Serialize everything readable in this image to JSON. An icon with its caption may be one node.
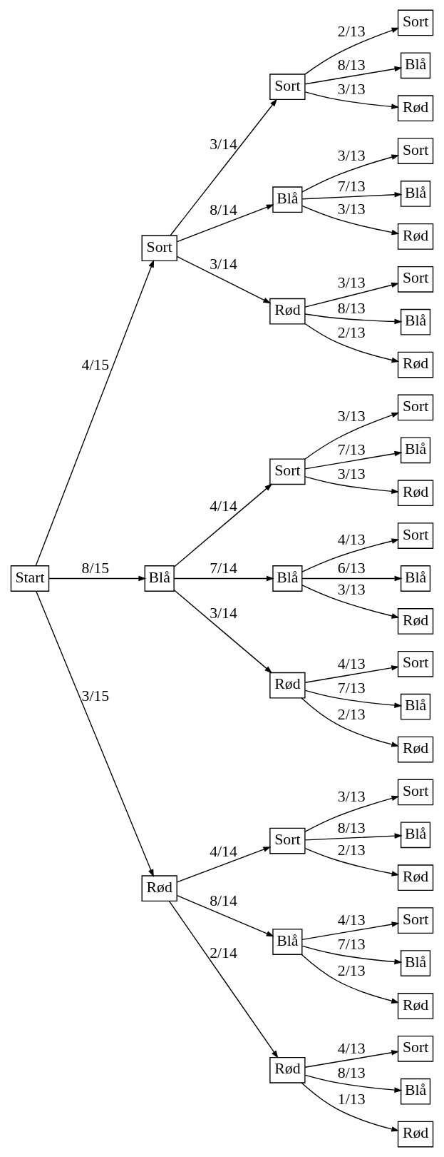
{
  "diagram": {
    "nodes": [
      {
        "text": [
          "Start"
        ]
      },
      {
        "text": [
          "Sort"
        ]
      },
      {
        "text": [
          "Sort"
        ]
      },
      {
        "text": [
          "Sort"
        ]
      },
      {
        "text": [
          "Blå"
        ]
      },
      {
        "text": [
          "Rød"
        ]
      },
      {
        "text": [
          "Blå"
        ]
      },
      {
        "text": [
          "Sort"
        ]
      },
      {
        "text": [
          "Blå"
        ]
      },
      {
        "text": [
          "Rød"
        ]
      },
      {
        "text": [
          "Rød"
        ]
      },
      {
        "text": [
          "Sort"
        ]
      },
      {
        "text": [
          "Blå"
        ]
      },
      {
        "text": [
          "Rød"
        ]
      },
      {
        "text": [
          "Blå"
        ]
      },
      {
        "text": [
          "Sort"
        ]
      },
      {
        "text": [
          "Sort"
        ]
      },
      {
        "text": [
          "Blå"
        ]
      },
      {
        "text": [
          "Rød"
        ]
      },
      {
        "text": [
          "Blå"
        ]
      },
      {
        "text": [
          "Sort"
        ]
      },
      {
        "text": [
          "Blå"
        ]
      },
      {
        "text": [
          "Rød"
        ]
      },
      {
        "text": [
          "Rød"
        ]
      },
      {
        "text": [
          "Sort"
        ]
      },
      {
        "text": [
          "Blå"
        ]
      },
      {
        "text": [
          "Rød"
        ]
      },
      {
        "text": [
          "Rød"
        ]
      },
      {
        "text": [
          "Sort"
        ]
      },
      {
        "text": [
          "Sort"
        ]
      },
      {
        "text": [
          "Blå"
        ]
      },
      {
        "text": [
          "Rød"
        ]
      },
      {
        "text": [
          "Blå"
        ]
      },
      {
        "text": [
          "Sort"
        ]
      },
      {
        "text": [
          "Blå"
        ]
      },
      {
        "text": [
          "Rød"
        ]
      },
      {
        "text": [
          "Rød"
        ]
      },
      {
        "text": [
          "Sort"
        ]
      },
      {
        "text": [
          "Blå"
        ]
      },
      {
        "text": [
          "Rød"
        ]
      }
    ],
    "edges": [
      {
        "from": 0,
        "to": 1,
        "arrow": "to",
        "label": "4/15"
      },
      {
        "from": 0,
        "to": 14,
        "arrow": "to",
        "label": "8/15"
      },
      {
        "from": 0,
        "to": 27,
        "arrow": "to",
        "label": "3/15"
      },
      {
        "from": 1,
        "to": 2,
        "arrow": "to",
        "label": "3/14"
      },
      {
        "from": 1,
        "to": 6,
        "arrow": "to",
        "label": "8/14"
      },
      {
        "from": 1,
        "to": 10,
        "arrow": "to",
        "label": "3/14"
      },
      {
        "from": 2,
        "to": 3,
        "arrow": "to",
        "label": "2/13"
      },
      {
        "from": 2,
        "to": 4,
        "arrow": "to",
        "label": "8/13"
      },
      {
        "from": 2,
        "to": 5,
        "arrow": "to",
        "label": "3/13"
      },
      {
        "from": 6,
        "to": 7,
        "arrow": "to",
        "label": "3/13"
      },
      {
        "from": 6,
        "to": 8,
        "arrow": "to",
        "label": "7/13"
      },
      {
        "from": 6,
        "to": 9,
        "arrow": "to",
        "label": "3/13"
      },
      {
        "from": 10,
        "to": 11,
        "arrow": "to",
        "label": "3/13"
      },
      {
        "from": 10,
        "to": 12,
        "arrow": "to",
        "label": "8/13"
      },
      {
        "from": 10,
        "to": 13,
        "arrow": "to",
        "label": "2/13"
      },
      {
        "from": 14,
        "to": 15,
        "arrow": "to",
        "label": "4/14"
      },
      {
        "from": 14,
        "to": 19,
        "arrow": "to",
        "label": "7/14"
      },
      {
        "from": 14,
        "to": 23,
        "arrow": "to",
        "label": "3/14"
      },
      {
        "from": 15,
        "to": 16,
        "arrow": "to",
        "label": "3/13"
      },
      {
        "from": 15,
        "to": 17,
        "arrow": "to",
        "label": "7/13"
      },
      {
        "from": 15,
        "to": 18,
        "arrow": "to",
        "label": "3/13"
      },
      {
        "from": 19,
        "to": 20,
        "arrow": "to",
        "label": "4/13"
      },
      {
        "from": 19,
        "to": 21,
        "arrow": "to",
        "label": "6/13"
      },
      {
        "from": 19,
        "to": 22,
        "arrow": "to",
        "label": "3/13"
      },
      {
        "from": 23,
        "to": 24,
        "arrow": "to",
        "label": "4/13"
      },
      {
        "from": 23,
        "to": 25,
        "arrow": "to",
        "label": "7/13"
      },
      {
        "from": 23,
        "to": 26,
        "arrow": "to",
        "label": "2/13"
      },
      {
        "from": 27,
        "to": 28,
        "arrow": "to",
        "label": "4/14"
      },
      {
        "from": 27,
        "to": 32,
        "arrow": "to",
        "label": "8/14"
      },
      {
        "from": 27,
        "to": 36,
        "arrow": "to",
        "label": "2/14"
      },
      {
        "from": 28,
        "to": 29,
        "arrow": "to",
        "label": "3/13"
      },
      {
        "from": 28,
        "to": 30,
        "arrow": "to",
        "label": "8/13"
      },
      {
        "from": 28,
        "to": 31,
        "arrow": "to",
        "label": "2/13"
      },
      {
        "from": 32,
        "to": 33,
        "arrow": "to",
        "label": "4/13"
      },
      {
        "from": 32,
        "to": 34,
        "arrow": "to",
        "label": "7/13"
      },
      {
        "from": 32,
        "to": 35,
        "arrow": "to",
        "label": "2/13"
      },
      {
        "from": 36,
        "to": 37,
        "arrow": "to",
        "label": "4/13"
      },
      {
        "from": 36,
        "to": 38,
        "arrow": "to",
        "label": "8/13"
      },
      {
        "from": 36,
        "to": 39,
        "arrow": "to",
        "label": "1/13"
      }
    ]
  }
}
